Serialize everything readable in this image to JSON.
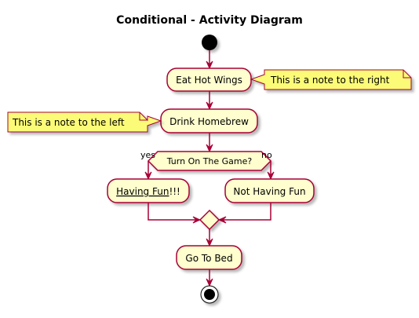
{
  "diagram": {
    "title": "Conditional - Activity Diagram",
    "activities": {
      "eat": "Eat Hot Wings",
      "drink": "Drink Homebrew",
      "having_fun_underlined": "Having Fun",
      "having_fun_suffix": "!!!",
      "not_having_fun": "Not Having Fun",
      "bed": "Go To Bed"
    },
    "notes": {
      "right": "This is a note to the right",
      "left": "This is a note to the left"
    },
    "decision": {
      "question": "Turn On The Game?",
      "yes": "yes",
      "no": "no"
    },
    "colors": {
      "activity_fill": "#FEFECE",
      "note_fill": "#FBFB77",
      "border": "#A80036",
      "start_end": "#000000"
    }
  }
}
